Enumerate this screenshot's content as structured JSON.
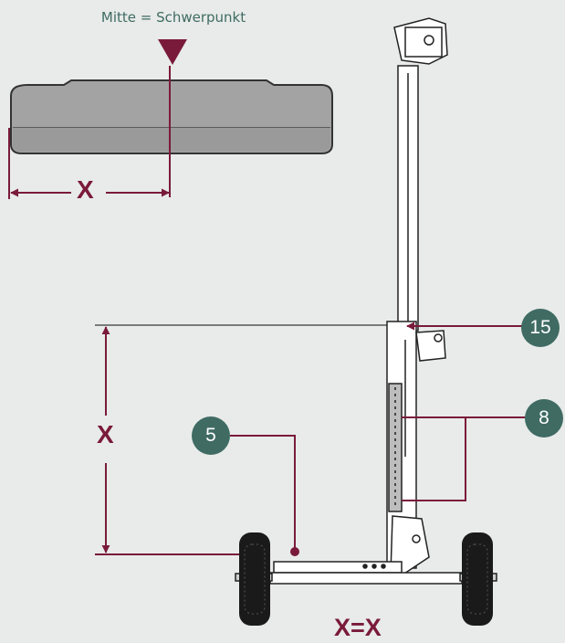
{
  "caption": "Mitte = Schwerpunkt",
  "measure_top": "X",
  "measure_side": "X",
  "equation": "X=X",
  "callouts": {
    "five": "5",
    "fifteen": "15",
    "eight": "8"
  },
  "colors": {
    "background": "#e8ebe9",
    "accent": "#7a1a3a",
    "callout": "#3f6b63",
    "box_fill": "#a3a3a3",
    "box_stroke": "#333333"
  }
}
